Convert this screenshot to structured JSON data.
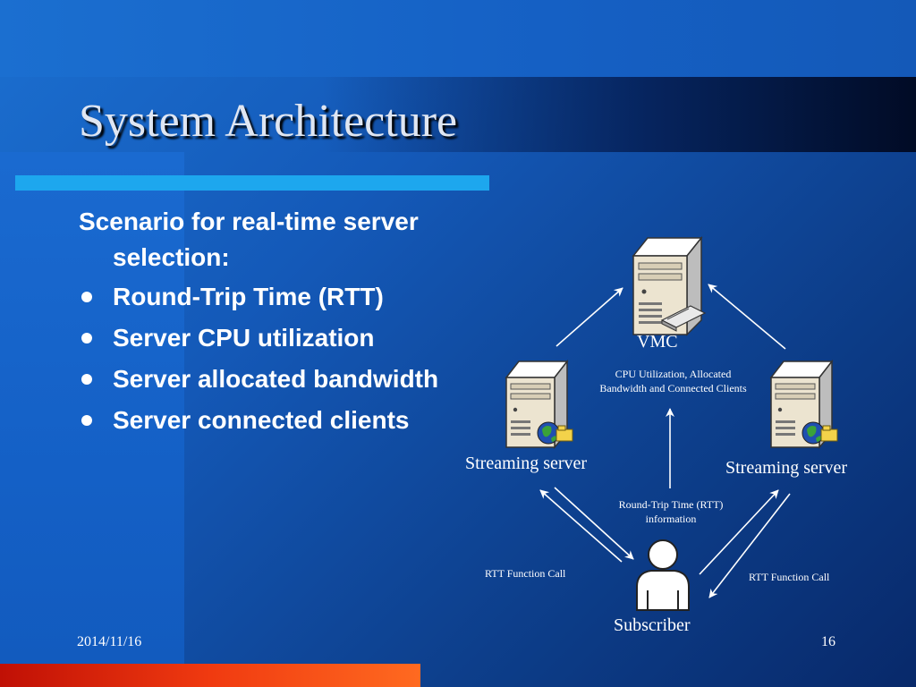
{
  "slide": {
    "title": "System Architecture",
    "intro": "Scenario for real-time server selection:",
    "bullets": [
      "Round-Trip Time (RTT)",
      "Server CPU utilization",
      "Server allocated bandwidth",
      "Server connected clients"
    ],
    "date": "2014/11/16",
    "page_number": "16"
  },
  "diagram": {
    "nodes": {
      "vmc": "VMC",
      "streaming_left": "Streaming server",
      "streaming_right": "Streaming server",
      "subscriber": "Subscriber"
    },
    "edge_labels": {
      "cpu_info_line1": "CPU Utilization, Allocated",
      "cpu_info_line2": "Bandwidth and Connected Clients",
      "rtt_info_line1": "Round-Trip Time (RTT)",
      "rtt_info_line2": "information",
      "rtt_call_left": "RTT Function Call",
      "rtt_call_right": "RTT Function Call"
    }
  },
  "colors": {
    "background": "#1459b8",
    "accent_bar": "#1da7ee",
    "footer_bar": "#f03a10"
  }
}
